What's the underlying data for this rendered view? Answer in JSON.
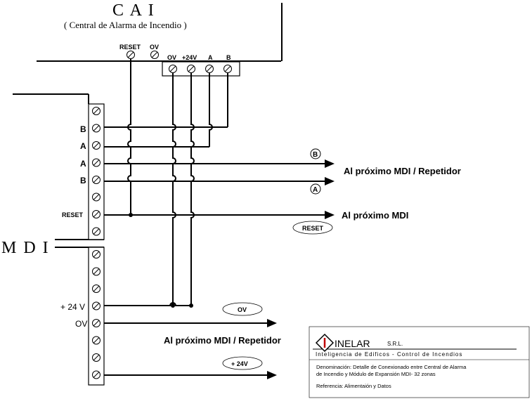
{
  "cai": {
    "title": "C A I",
    "subtitle": "( Central de Alarma  de Incendio )",
    "left_labels": [
      "RESET",
      "OV"
    ],
    "block_labels": [
      "OV",
      "+24V",
      "A",
      "B"
    ]
  },
  "mdi": {
    "title": "M D I",
    "labels": {
      "b1": "B",
      "a1": "A",
      "a2": "A",
      "b2": "B",
      "reset": "RESET",
      "p24": "+ 24 V",
      "ov": "OV"
    }
  },
  "outputs": {
    "b_circle": "B",
    "a_circle": "A",
    "to_next_repeater": "Al próximo MDI / Repetidor",
    "to_next_mdi": "Al próximo MDI",
    "reset_tag": "RESET",
    "ov_tag": "OV",
    "p24_tag": "+ 24V",
    "to_next_repeater_2": "Al próximo MDI / Repetidor"
  },
  "title_block": {
    "company": "INELAR",
    "srl": "S.R.L.",
    "tagline": "Inteligencia de Edificos - Control de Incendios",
    "denominacion_1": "Denominación: Detalle de Conexionado entre Central de Alarma",
    "denominacion_2": "de Incendio y Módulo de Expansión MDI- 32 zonas",
    "referencia": "Referencia: Alimentaión y Datos"
  }
}
